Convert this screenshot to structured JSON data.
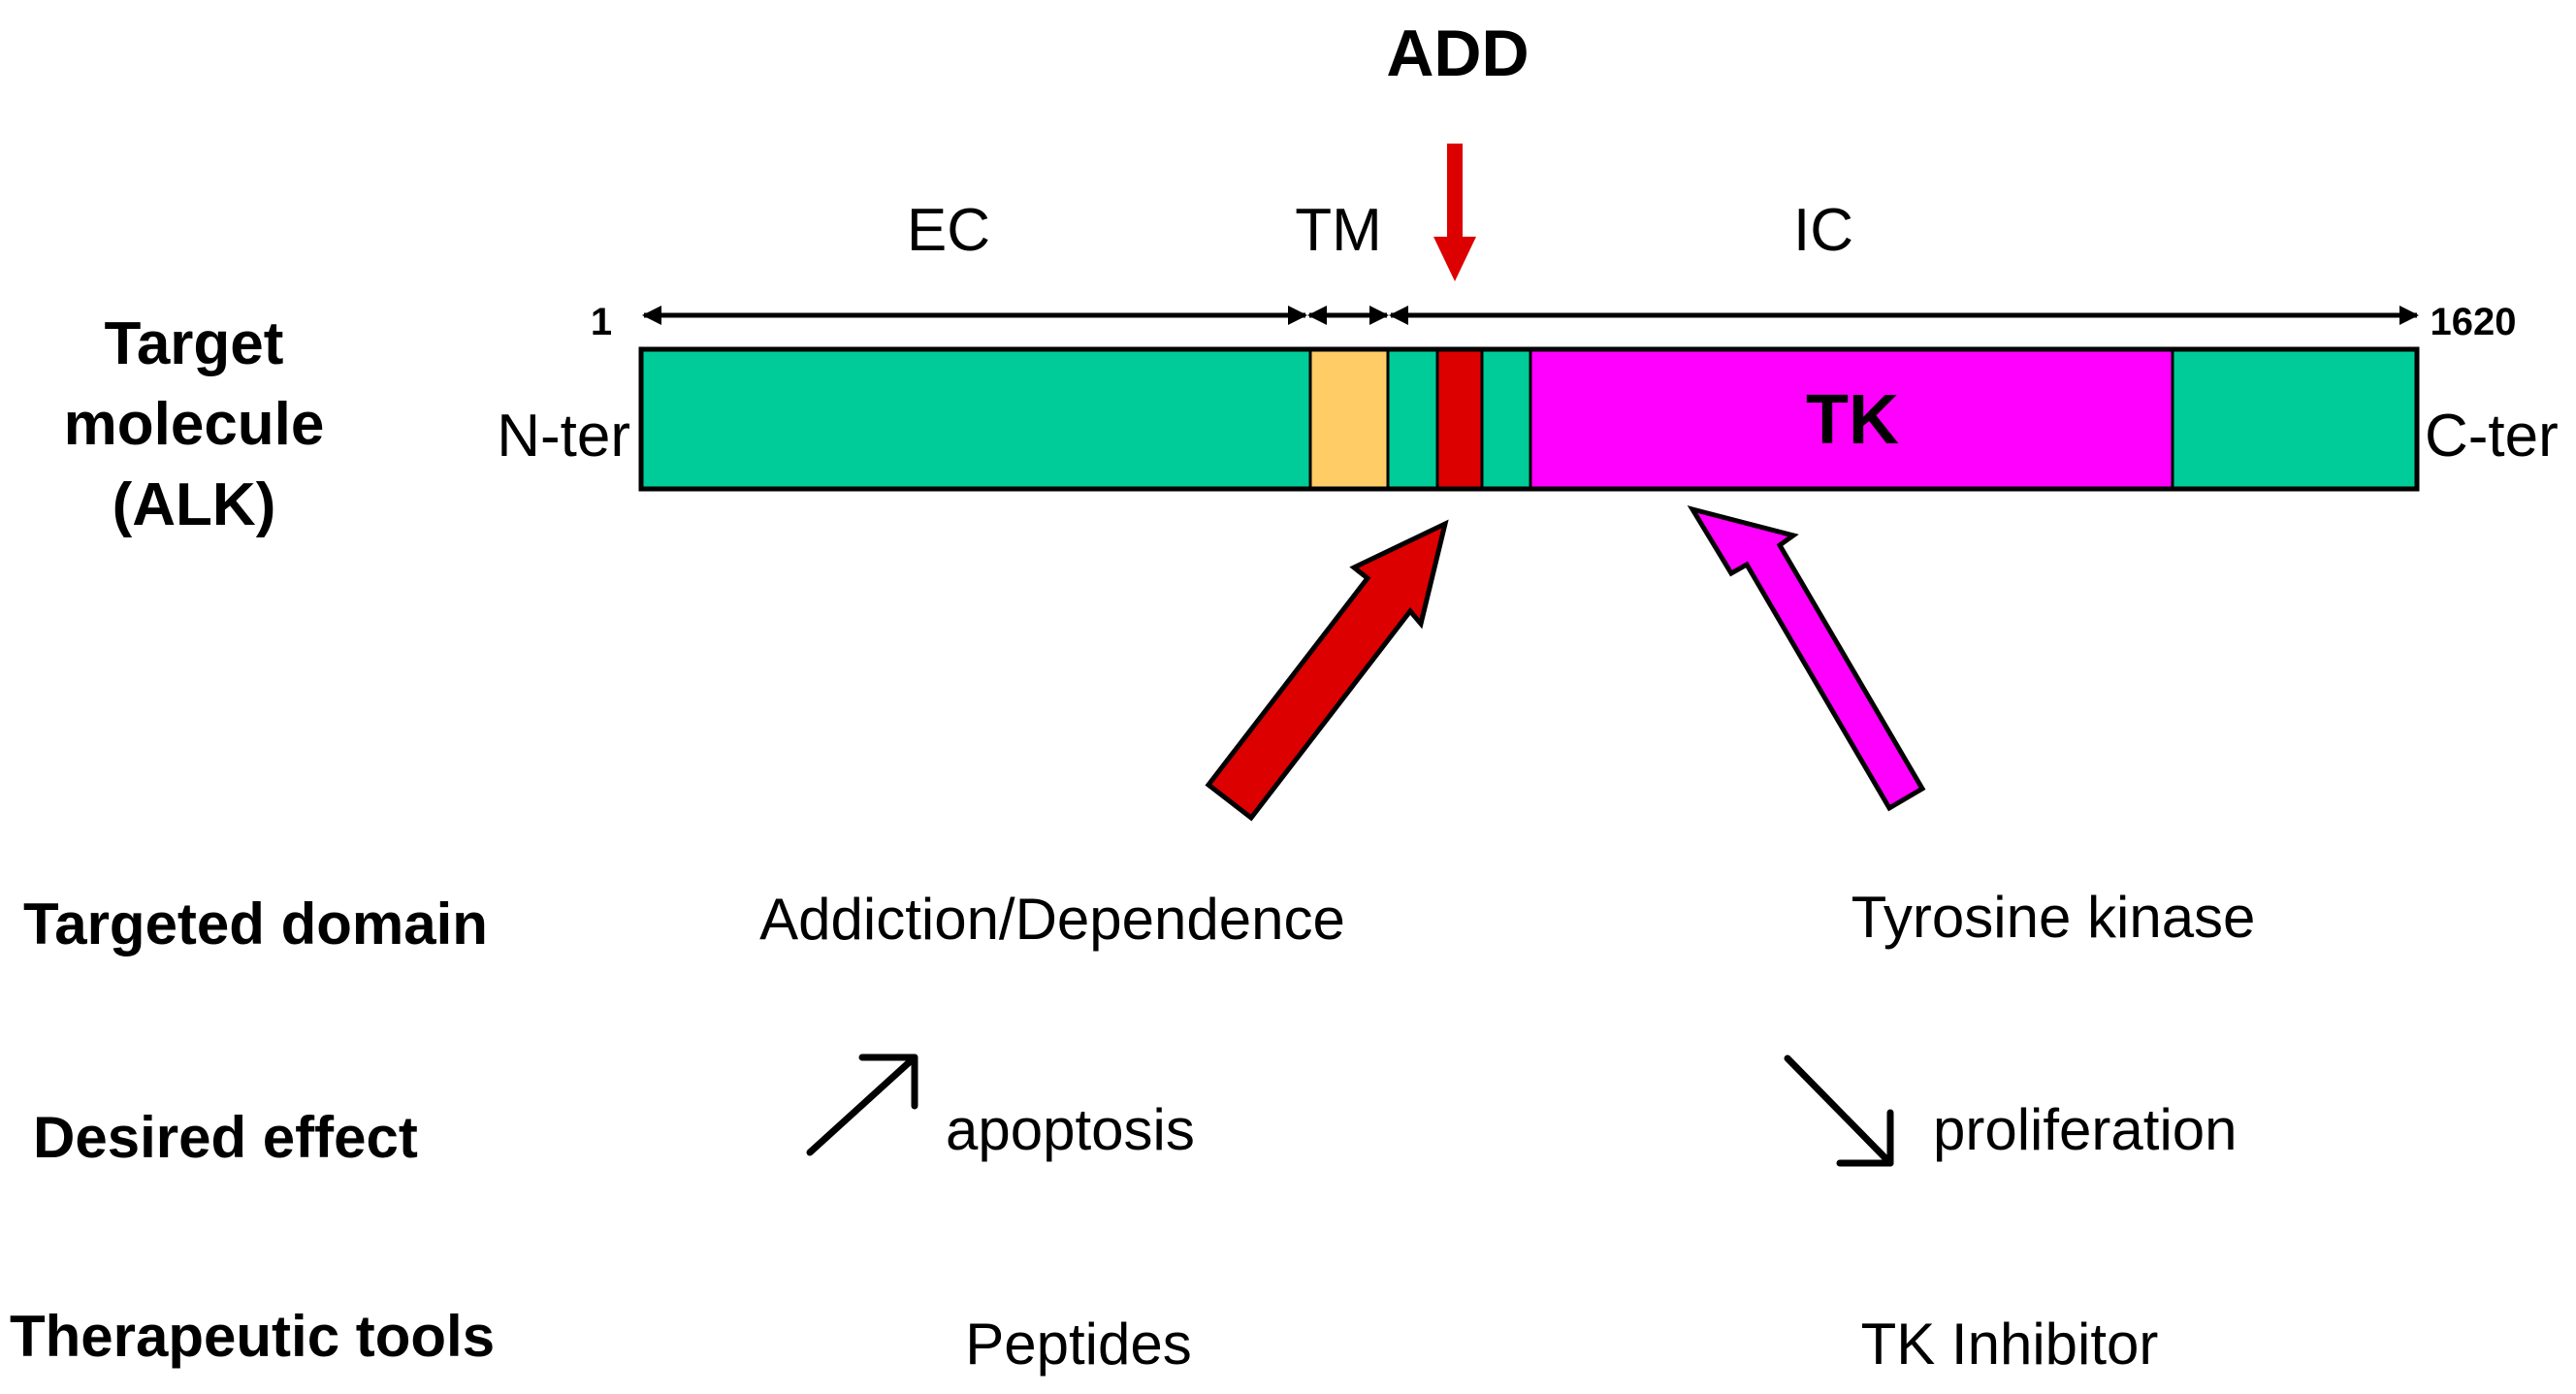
{
  "add_label": "ADD",
  "regions": {
    "ec": "EC",
    "tm": "TM",
    "ic": "IC"
  },
  "positions": {
    "start": "1",
    "end": "1620"
  },
  "termini": {
    "n": "N-ter",
    "c": "C-ter"
  },
  "domain_tk": "TK",
  "row_labels": {
    "target_molecule": [
      "Target",
      "molecule",
      "(ALK)"
    ],
    "targeted_domain": "Targeted domain",
    "desired_effect": "Desired effect",
    "therapeutic_tools": "Therapeutic tools"
  },
  "columns": {
    "left": {
      "targeted_domain": "Addiction/Dependence",
      "desired_effect": "apoptosis",
      "desired_effect_direction": "up",
      "therapeutic_tool": "Peptides"
    },
    "right": {
      "targeted_domain": "Tyrosine kinase",
      "desired_effect": "proliferation",
      "desired_effect_direction": "down",
      "therapeutic_tool": "TK Inhibitor"
    }
  },
  "colors": {
    "green": "#00CC99",
    "orange": "#FFCC66",
    "red": "#DD0000",
    "magenta": "#FF00FF",
    "black": "#000000"
  }
}
